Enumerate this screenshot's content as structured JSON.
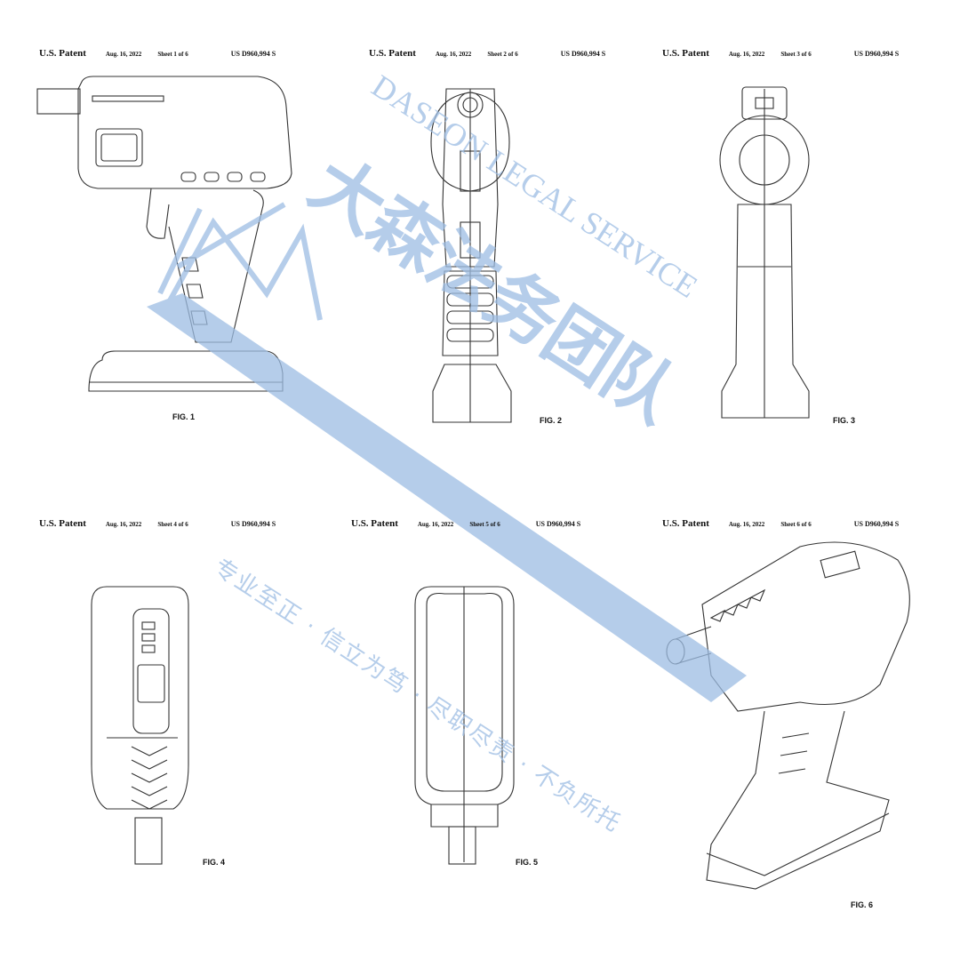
{
  "sheets": [
    {
      "label": "U.S. Patent",
      "date": "Aug. 16, 2022",
      "sheet": "Sheet 1 of 6",
      "number": "US D960,994 S",
      "figure": "FIG. 1"
    },
    {
      "label": "U.S. Patent",
      "date": "Aug. 16, 2022",
      "sheet": "Sheet 2 of 6",
      "number": "US D960,994 S",
      "figure": "FIG. 2"
    },
    {
      "label": "U.S. Patent",
      "date": "Aug. 16, 2022",
      "sheet": "Sheet 3 of 6",
      "number": "US D960,994 S",
      "figure": "FIG. 3"
    },
    {
      "label": "U.S. Patent",
      "date": "Aug. 16, 2022",
      "sheet": "Sheet 4 of 6",
      "number": "US D960,994 S",
      "figure": "FIG. 4"
    },
    {
      "label": "U.S. Patent",
      "date": "Aug. 16, 2022",
      "sheet": "Sheet 5 of 6",
      "number": "US D960,994 S",
      "figure": "FIG. 5"
    },
    {
      "label": "U.S. Patent",
      "date": "Aug. 16, 2022",
      "sheet": "Sheet 6 of 6",
      "number": "US D960,994 S",
      "figure": "FIG. 6"
    }
  ],
  "watermark": {
    "chinese_name": "大森法务团队",
    "english_name": "DASEON LEGAL SERVICE",
    "slogan": "专业至正 · 信立为笃 · 尽职尽责 · 不负所托",
    "color": "#9dbde3"
  }
}
